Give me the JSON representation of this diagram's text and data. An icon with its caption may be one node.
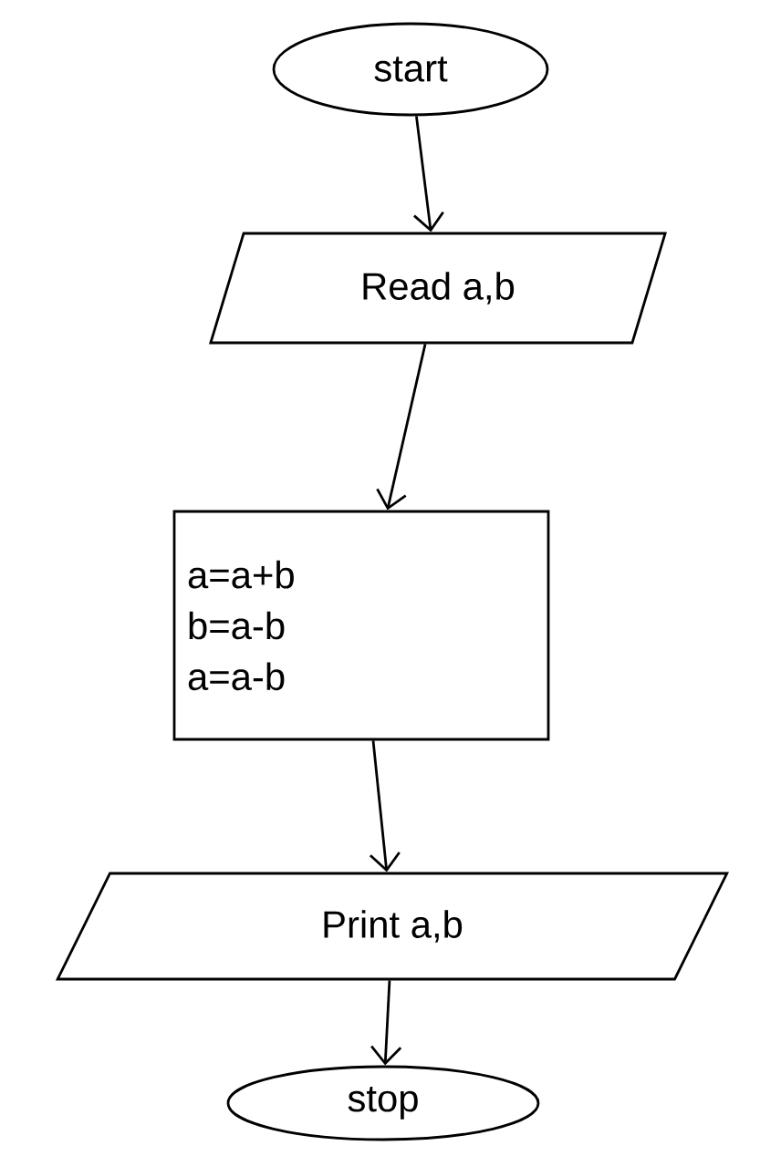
{
  "diagram": {
    "nodes": [
      {
        "text": [
          "start"
        ]
      },
      {
        "text": [
          "Read a,b"
        ]
      },
      {
        "text": [
          "a=a+b",
          "b=a-b",
          "a=a-b"
        ]
      },
      {
        "text": [
          "Print a,b"
        ]
      },
      {
        "text": [
          "stop"
        ]
      }
    ],
    "edges": [
      {
        "from": 0,
        "to": 1,
        "arrow": "to"
      },
      {
        "from": 1,
        "to": 2,
        "arrow": "to"
      },
      {
        "from": 2,
        "to": 3,
        "arrow": "to"
      },
      {
        "from": 3,
        "to": 4,
        "arrow": "to"
      }
    ]
  }
}
